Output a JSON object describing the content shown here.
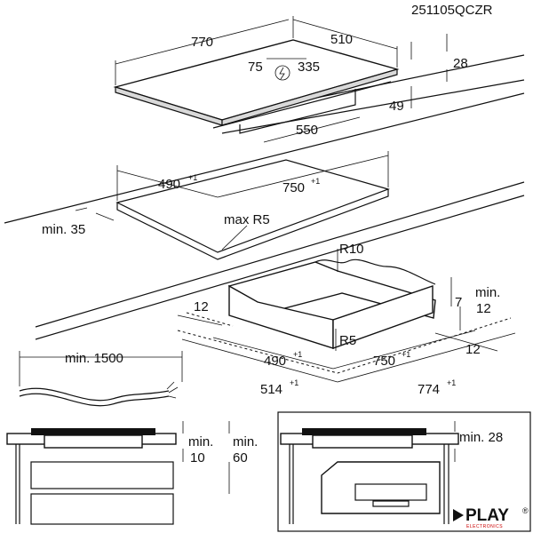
{
  "doc_code": "251105QCZR",
  "top_view": {
    "width": "770",
    "depth": "510",
    "conn_a": "75",
    "conn_b": "335",
    "height": "28",
    "under": "49",
    "under_width": "550"
  },
  "cutout": {
    "depth": "490",
    "depth_tol": "+1",
    "width": "750",
    "width_tol": "+1",
    "edge": "min. 35",
    "radius": "max R5"
  },
  "frame": {
    "r_outer": "R10",
    "r_inner": "R5",
    "side": "12",
    "min_label": "min.",
    "gap": "7",
    "gap_b": "12",
    "side_r": "12",
    "depth": "490",
    "depth_tol": "+1",
    "width": "750",
    "width_tol": "+1",
    "outer_depth": "514",
    "outer_depth_tol": "+1",
    "outer_width": "774",
    "outer_width_tol": "+1"
  },
  "cable": {
    "length": "min. 1500"
  },
  "bottom_left": {
    "min_a_label": "min.",
    "min_a": "10",
    "min_b_label": "min.",
    "min_b": "60"
  },
  "bottom_right": {
    "min": "min. 28"
  },
  "logo": {
    "text": "PLAY",
    "sub": "ELECTRONICS",
    "mark": "®"
  }
}
